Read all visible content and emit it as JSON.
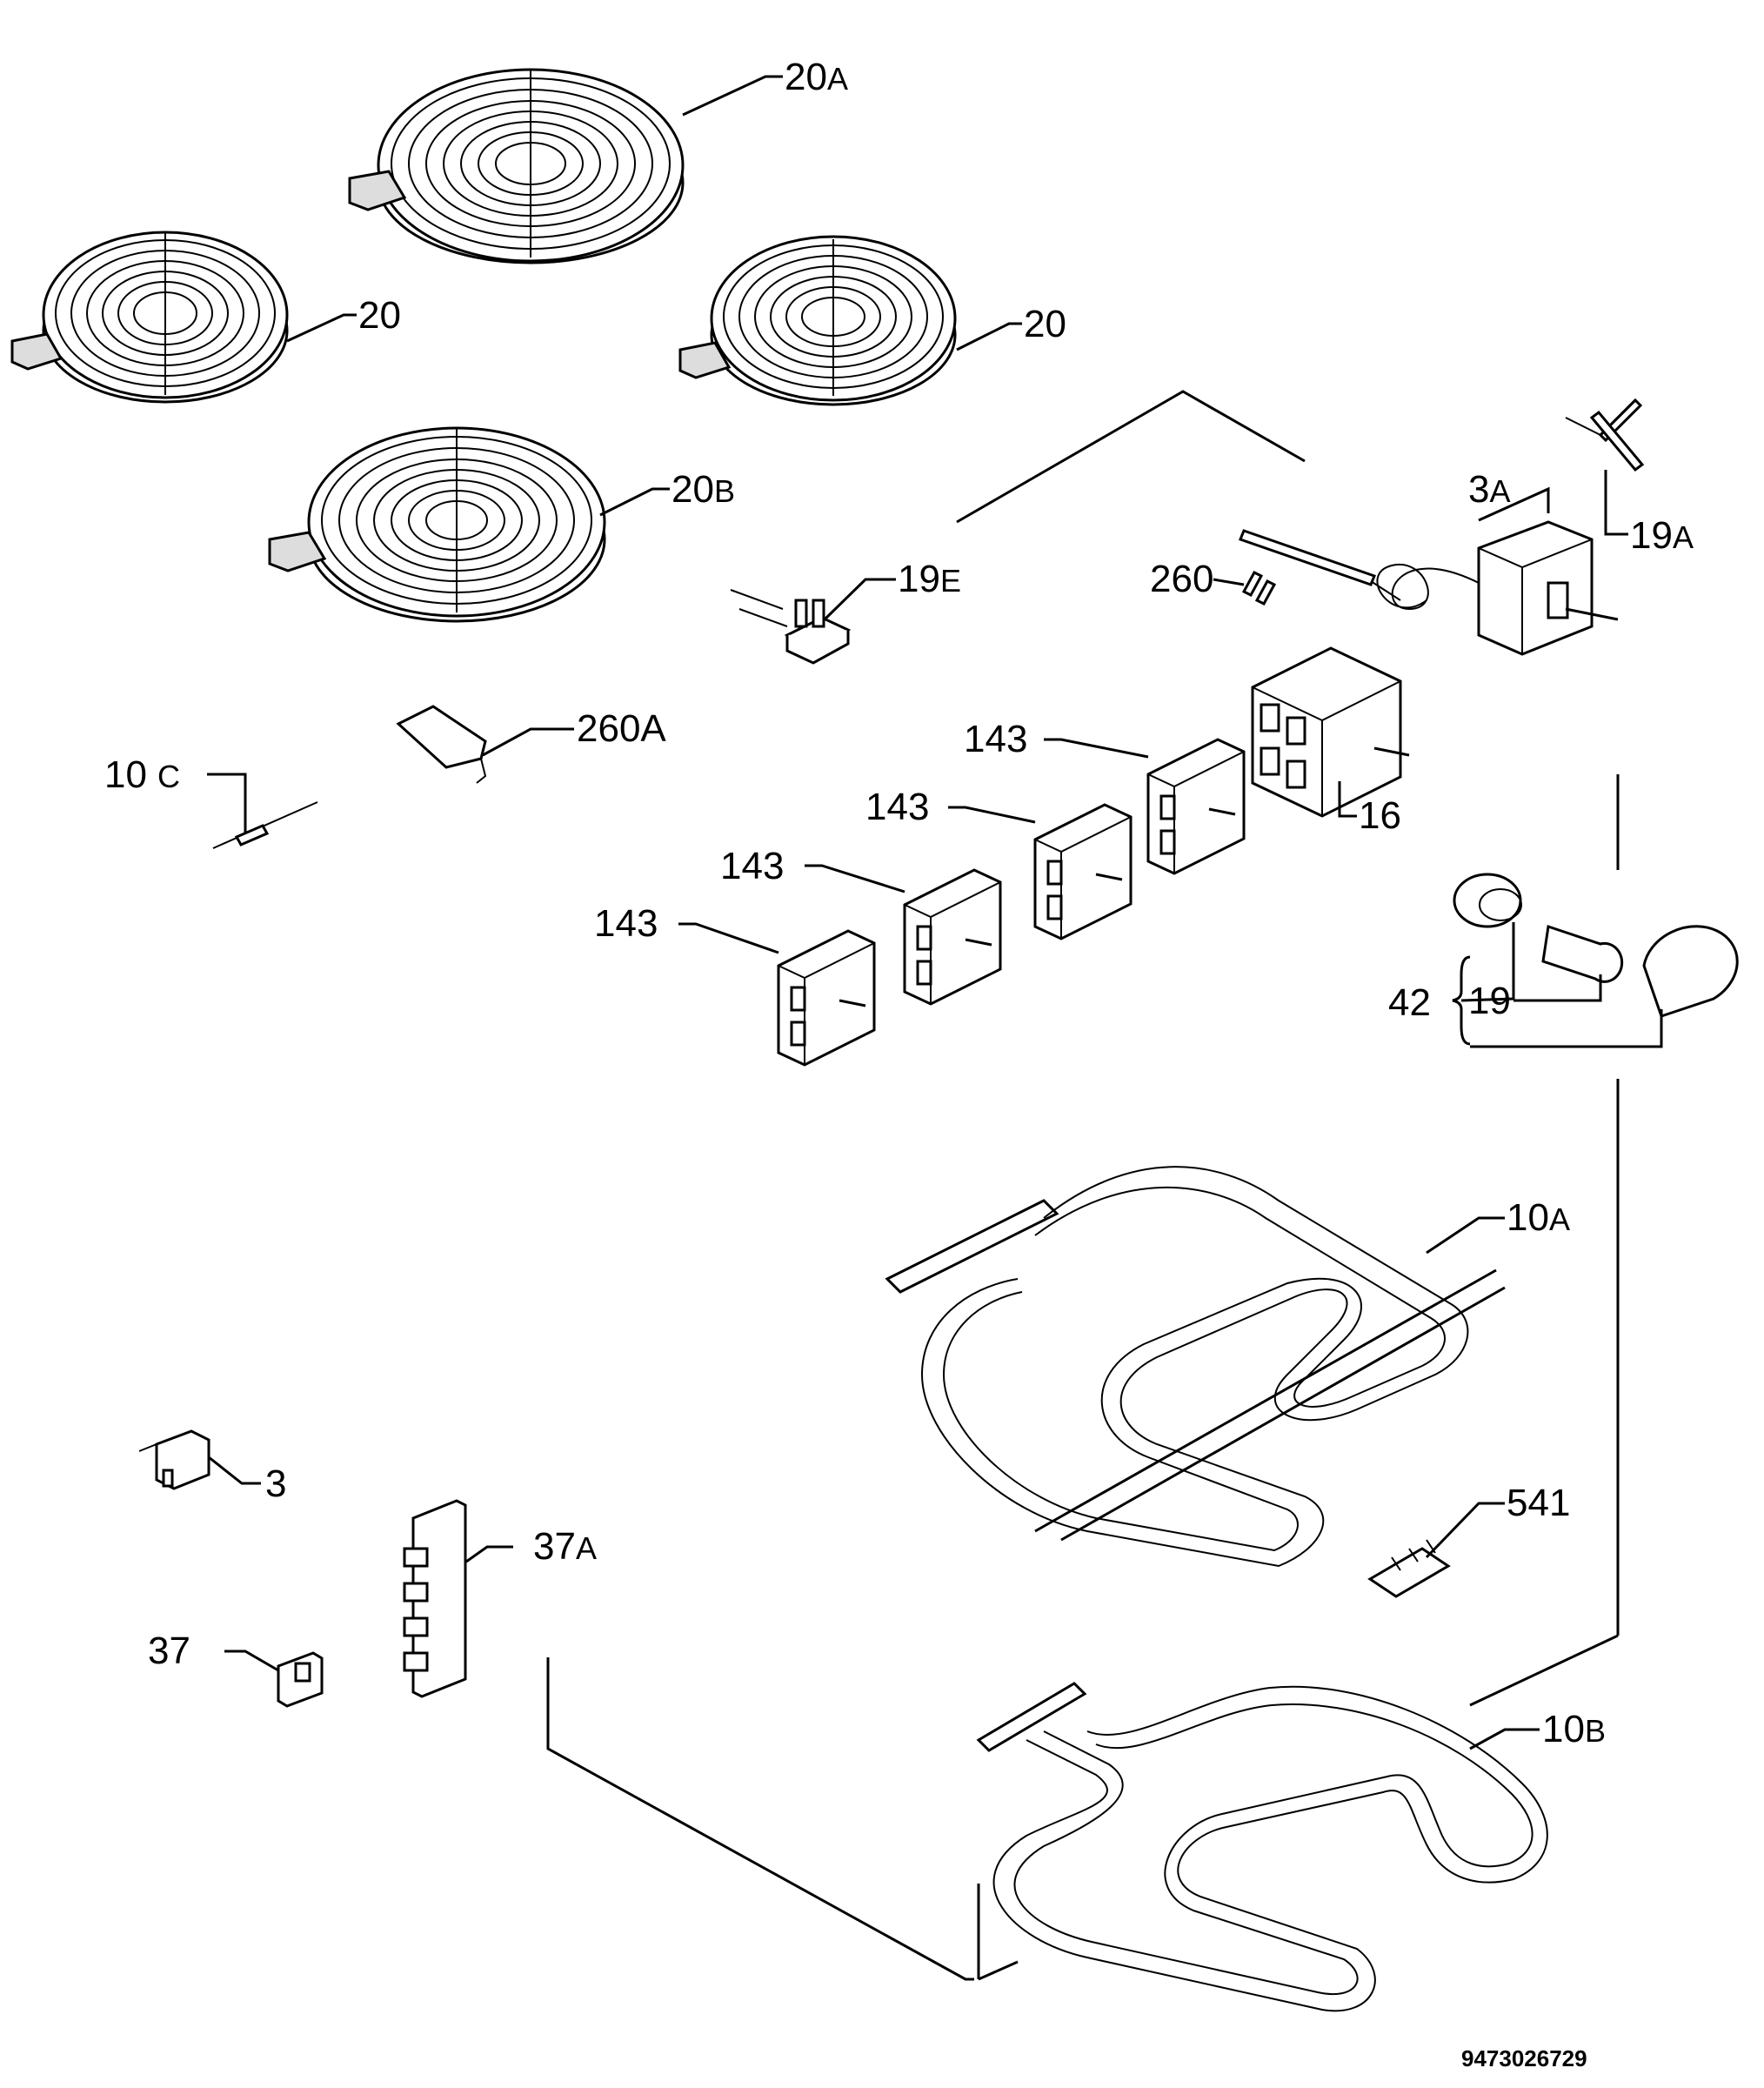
{
  "diagram": {
    "doc_number": "9473026729",
    "callouts": [
      {
        "id": "c-20a",
        "num": "20",
        "suffix": "A"
      },
      {
        "id": "c-20-left",
        "num": "20",
        "suffix": ""
      },
      {
        "id": "c-20-right",
        "num": "20",
        "suffix": ""
      },
      {
        "id": "c-20b",
        "num": "20",
        "suffix": "B"
      },
      {
        "id": "c-19e",
        "num": "19",
        "suffix": "E"
      },
      {
        "id": "c-3a",
        "num": "3",
        "suffix": "A"
      },
      {
        "id": "c-19a",
        "num": "19",
        "suffix": "A"
      },
      {
        "id": "c-260",
        "num": "260",
        "suffix": ""
      },
      {
        "id": "c-260a",
        "num": "260A",
        "suffix": ""
      },
      {
        "id": "c-10c",
        "num": "10",
        "suffix": "C"
      },
      {
        "id": "c-143-a",
        "num": "143",
        "suffix": ""
      },
      {
        "id": "c-143-b",
        "num": "143",
        "suffix": ""
      },
      {
        "id": "c-143-c",
        "num": "143",
        "suffix": ""
      },
      {
        "id": "c-143-d",
        "num": "143",
        "suffix": ""
      },
      {
        "id": "c-16",
        "num": "16",
        "suffix": ""
      },
      {
        "id": "c-42",
        "num": "42",
        "suffix": ""
      },
      {
        "id": "c-19",
        "num": "19",
        "suffix": ""
      },
      {
        "id": "c-10a",
        "num": "10",
        "suffix": "A"
      },
      {
        "id": "c-541",
        "num": "541",
        "suffix": ""
      },
      {
        "id": "c-3",
        "num": "3",
        "suffix": ""
      },
      {
        "id": "c-37a",
        "num": "37",
        "suffix": "A"
      },
      {
        "id": "c-37",
        "num": "37",
        "suffix": ""
      },
      {
        "id": "c-10b",
        "num": "10",
        "suffix": "B"
      }
    ]
  }
}
